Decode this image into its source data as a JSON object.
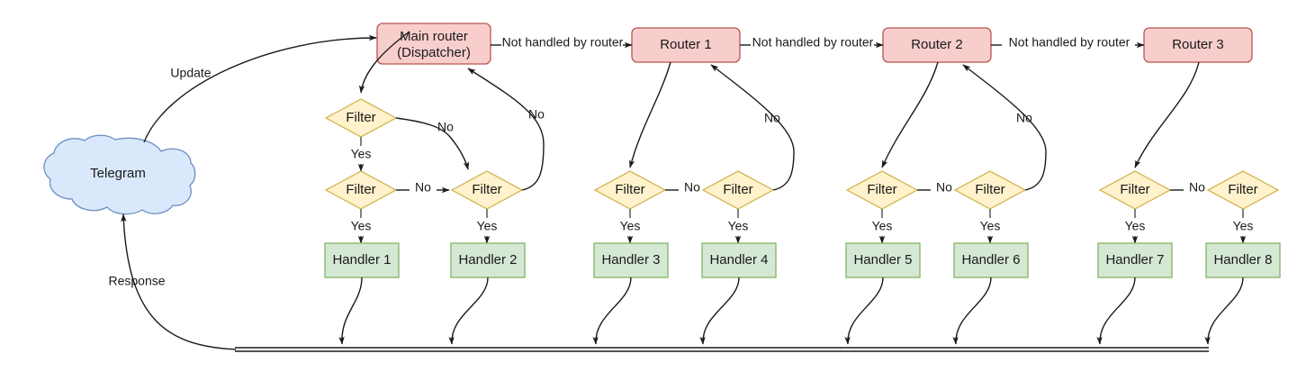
{
  "diagram": {
    "title": "Telegram bot update routing flow",
    "colors": {
      "router_fill": "#f8cecc",
      "router_stroke": "#b85450",
      "handler_fill": "#d5e8d4",
      "handler_stroke": "#82b366",
      "filter_fill": "#fff2cc",
      "filter_stroke": "#d6b656",
      "cloud_fill": "#dae8fc",
      "cloud_stroke": "#6c8ebf",
      "edge": "#1a1a1a"
    },
    "source": {
      "label": "Telegram",
      "shape": "cloud"
    },
    "routers": [
      {
        "id": "main",
        "line1": "Main router",
        "line2": "(Dispatcher)"
      },
      {
        "id": "r1",
        "line1": "Router 1",
        "line2": ""
      },
      {
        "id": "r2",
        "line1": "Router 2",
        "line2": ""
      },
      {
        "id": "r3",
        "line1": "Router 3",
        "line2": ""
      }
    ],
    "filters": [
      {
        "id": "f0",
        "label": "Filter"
      },
      {
        "id": "f1",
        "label": "Filter"
      },
      {
        "id": "f2",
        "label": "Filter"
      },
      {
        "id": "f3",
        "label": "Filter"
      },
      {
        "id": "f4",
        "label": "Filter"
      },
      {
        "id": "f5",
        "label": "Filter"
      },
      {
        "id": "f6",
        "label": "Filter"
      },
      {
        "id": "f7",
        "label": "Filter"
      },
      {
        "id": "f8",
        "label": "Filter"
      }
    ],
    "handlers": [
      {
        "id": "h1",
        "label": "Handler 1"
      },
      {
        "id": "h2",
        "label": "Handler 2"
      },
      {
        "id": "h3",
        "label": "Handler 3"
      },
      {
        "id": "h4",
        "label": "Handler 4"
      },
      {
        "id": "h5",
        "label": "Handler 5"
      },
      {
        "id": "h6",
        "label": "Handler 6"
      },
      {
        "id": "h7",
        "label": "Handler 7"
      },
      {
        "id": "h8",
        "label": "Handler 8"
      }
    ],
    "edge_labels": {
      "update": "Update",
      "response": "Response",
      "not_handled": "Not handled by router",
      "yes": "Yes",
      "no": "No"
    },
    "chain_labels": [
      "Not handled by router",
      "Not handled by router",
      "Not handled by router"
    ],
    "yes_labels": [
      "Yes",
      "Yes",
      "Yes",
      "Yes",
      "Yes",
      "Yes",
      "Yes",
      "Yes",
      "Yes"
    ],
    "no_labels": [
      "No",
      "No",
      "No",
      "No",
      "No",
      "No",
      "No",
      "No",
      "No"
    ]
  }
}
